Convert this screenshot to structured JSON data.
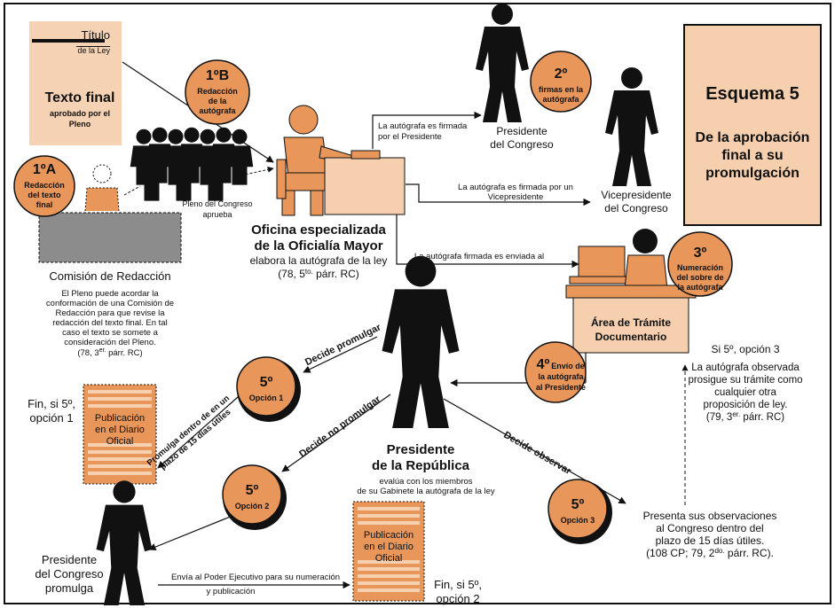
{
  "frame_color": "#000000",
  "colors": {
    "orange": "#e8965a",
    "light": "#f6d2b5",
    "box": "#f5cfae",
    "gray": "#8c8c8c",
    "black": "#111111"
  },
  "title_box": {
    "line1": "Esquema 5",
    "line2": "De la aprobación",
    "line3": "final a su",
    "line4": "promulgación"
  },
  "doc": {
    "title": "Título",
    "subtitle": "de la Ley",
    "main": "Texto final",
    "sub1": "aprobado por el",
    "sub2": "Pleno"
  },
  "steps": {
    "s1a": {
      "num": "1ºA",
      "l1": "Redacción",
      "l2": "del texto",
      "l3": "final"
    },
    "s1b": {
      "num": "1ºB",
      "l1": "Redacción",
      "l2": "de la",
      "l3": "autógrafa"
    },
    "s2": {
      "num": "2º",
      "l1": "firmas en la",
      "l2": "autógrafa"
    },
    "s3": {
      "num": "3º",
      "l1": "Numeración",
      "l2": "del sobre de",
      "l3": "la autógrafa"
    },
    "s4": {
      "num": "4º",
      "l1": "Envío de",
      "l2": "la autógrafa",
      "l3": "al Presidente"
    },
    "op1": {
      "num": "5º",
      "label": "Opción 1"
    },
    "op2": {
      "num": "5º",
      "label": "Opción 2"
    },
    "op3": {
      "num": "5º",
      "label": "Opción 3"
    }
  },
  "commission": {
    "title": "Comisión de Redacción",
    "note": [
      "El Pleno puede acordar la",
      "conformación de una Comisión de",
      "Redacción para que revise la",
      "redacción del texto final. En tal",
      "caso el texto se somete a",
      "consideración del Pleno."
    ],
    "ref_a": "(78, 3",
    "ref_sup": "er.",
    "ref_b": " párr. RC)"
  },
  "pleno": {
    "l1": "Pleno del Congreso",
    "l2": "aprueba"
  },
  "office": {
    "l1": "Oficina especializada",
    "l2": "de la Oficialía Mayor",
    "l3": "elabora la autógrafa de la ley",
    "ref_a": "(78, 5",
    "ref_sup": "to.",
    "ref_b": " párr. RC)"
  },
  "arrows": {
    "signed_pres": [
      "La autógrafa es firmada",
      "por el Presidente"
    ],
    "signed_vice": [
      "La autógrafa es firmada por un",
      "Vicepresidente"
    ],
    "sent_to": "La autógrafa firmada es enviada al",
    "decide_promulgar": "Decide promulgar",
    "decide_no": "Decide no promulgar",
    "decide_observar": "Decide observar",
    "promulga_plazo": [
      "Promulga dentro de en un",
      "plazo de 15 días útiles"
    ],
    "envia": [
      "Envía al Poder Ejecutivo para su numeración",
      "y publicación"
    ]
  },
  "people": {
    "pres_congreso": [
      "Presidente",
      "del Congreso"
    ],
    "vicepres": [
      "Vicepresidente",
      "del Congreso"
    ],
    "pres_rep": [
      "Presidente",
      "de la República"
    ],
    "pres_rep_note": [
      "evalúa con los miembros",
      "de su Gabinete la autógrafa de la ley"
    ],
    "pres_congreso_prom": [
      "Presidente",
      "del Congreso",
      "promulga"
    ]
  },
  "tramite": {
    "l1": "Área de Trámite",
    "l2": "Documentario"
  },
  "option3_note": {
    "l1": "Si 5º, opción 3",
    "l2": "La autógrafa observada",
    "l3": "prosigue su trámite como",
    "l4": "cualquier otra",
    "l5": "proposición de ley.",
    "ref_a": "(79, 3",
    "ref_sup": "er.",
    "ref_b": " párr. RC)"
  },
  "observations": {
    "l1": "Presenta sus observaciones",
    "l2": "al Congreso dentro del",
    "l3": "plazo de 15 días útiles.",
    "ref_a": "(108 CP; 79, 2",
    "ref_sup": "do.",
    "ref_b": " párr. RC)."
  },
  "publication": {
    "l1": "Publicación",
    "l2": "en el Diario",
    "l3": "Oficial"
  },
  "fin1": {
    "l1": "Fin, si 5º,",
    "l2": "opción 1"
  },
  "fin2": {
    "l1": "Fin, si 5º,",
    "l2": "opción 2"
  }
}
